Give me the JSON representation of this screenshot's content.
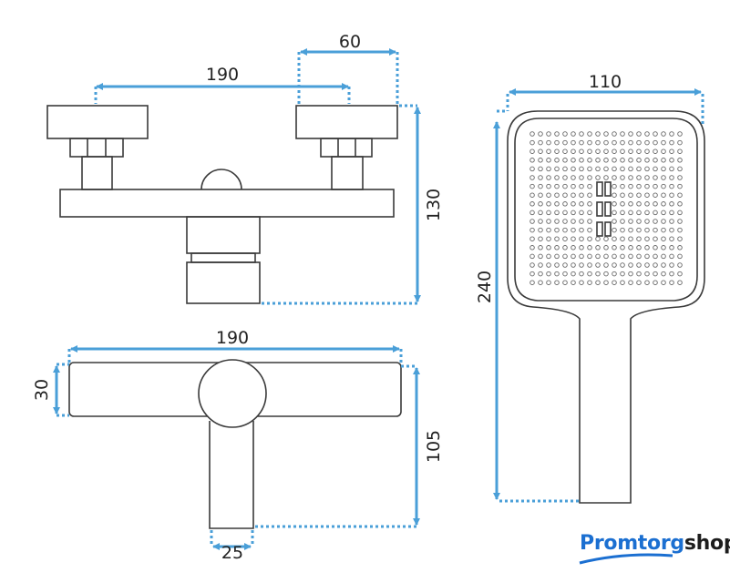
{
  "dimensions": {
    "top_width": "190",
    "handle_width": "60",
    "top_height": "130",
    "bottom_width": "190",
    "bottom_thickness": "30",
    "bottom_height": "105",
    "spout_width": "25",
    "shower_width": "110",
    "shower_height": "240"
  },
  "logo": {
    "part1": "Promtorg",
    "part2": "shop"
  },
  "colors": {
    "dimension": "#4a9fd8",
    "logo_blue": "#1b6fd1",
    "outline": "#3a3a3a"
  }
}
